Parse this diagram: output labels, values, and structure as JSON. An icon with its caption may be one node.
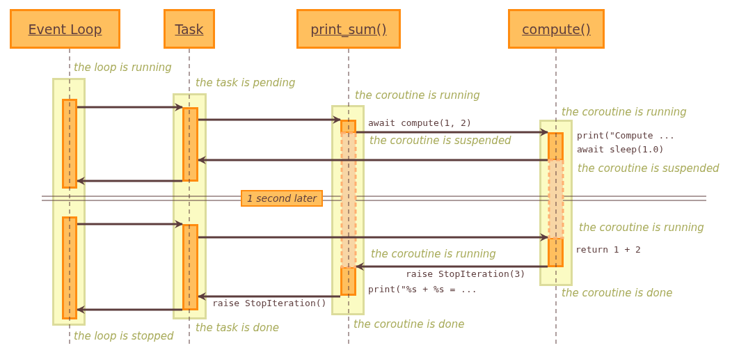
{
  "diagram": {
    "nodes": [
      {
        "text": [
          "Event Loop"
        ]
      },
      {
        "text": [
          "Task"
        ]
      },
      {
        "text": [
          "print_sum()"
        ]
      },
      {
        "text": [
          "compute()"
        ]
      },
      {
        "text": [],
        "shape": "box"
      },
      {
        "text": [],
        "shape": "bar",
        "in": 4
      },
      {
        "text": [],
        "shape": "bar",
        "in": 4
      },
      {
        "text": [],
        "shape": "box"
      },
      {
        "text": [],
        "shape": "bar",
        "in": 7
      },
      {
        "text": [],
        "shape": "bar",
        "in": 7
      },
      {
        "text": [],
        "shape": "box"
      },
      {
        "text": [],
        "shape": "bar",
        "in": 10
      },
      {
        "text": [],
        "shape": "bar",
        "in": 10
      },
      {
        "text": [],
        "shape": "box"
      },
      {
        "text": [],
        "shape": "bar",
        "in": 13
      },
      {
        "text": [],
        "shape": "bar",
        "in": 13
      },
      {
        "text": [
          "1 second later"
        ]
      }
    ],
    "edges": [
      {
        "from": 5,
        "to": 8,
        "arrow": "to"
      },
      {
        "from": 8,
        "to": 11,
        "arrow": "to"
      },
      {
        "from": 11,
        "to": 14,
        "arrow": "to",
        "label": "await compute(1, 2)"
      },
      {
        "from": 14,
        "to": 8,
        "arrow": "to"
      },
      {
        "from": 8,
        "to": 5,
        "arrow": "to"
      },
      {
        "from": 6,
        "to": 9,
        "arrow": "to"
      },
      {
        "from": 9,
        "to": 15,
        "arrow": "to"
      },
      {
        "from": 15,
        "to": 12,
        "arrow": "to",
        "label": "raise StopIteration(3)"
      },
      {
        "from": 12,
        "to": 9,
        "arrow": "to",
        "label": "raise StopIteration()"
      },
      {
        "from": 9,
        "to": 6,
        "arrow": "to"
      }
    ],
    "labels": [
      "the loop is running",
      "the task is pending",
      "the coroutine is running",
      "the coroutine is running",
      "print(\"Compute ...",
      "the coroutine is suspended",
      "await sleep(1.0)",
      "the coroutine is suspended",
      "the coroutine is running",
      "return 1 + 2",
      "the coroutine is running",
      "print(\"%s + %s = ...",
      "the coroutine is done",
      "the coroutine is done",
      "the task is done",
      "the loop is stopped"
    ]
  }
}
